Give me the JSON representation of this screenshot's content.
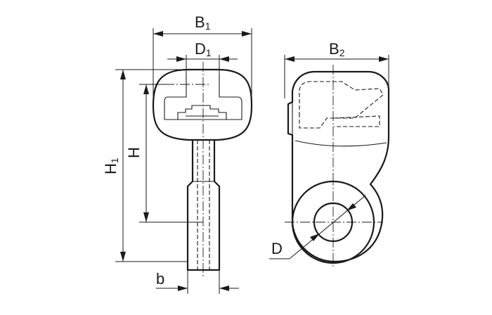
{
  "dimensions": {
    "B1": {
      "main": "B",
      "sub": "1"
    },
    "D1": {
      "main": "D",
      "sub": "1"
    },
    "B2": {
      "main": "B",
      "sub": "2"
    },
    "H1": {
      "main": "H",
      "sub": "1"
    },
    "H": {
      "main": "H"
    },
    "b": {
      "main": "b"
    },
    "D": {
      "main": "D"
    }
  },
  "colors": {
    "line": "#1a1a1a",
    "background": "#ffffff"
  }
}
